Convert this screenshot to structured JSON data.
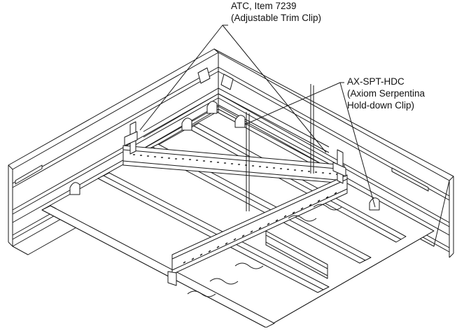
{
  "callouts": {
    "atc": {
      "line1": "ATC, Item 7239",
      "line2": "(Adjustable Trim Clip)"
    },
    "hdc": {
      "line1": "AX-SPT-HDC",
      "line2": "(Axiom Serpentina",
      "line3": "Hold-down Clip)"
    }
  },
  "colors": {
    "ink": "#1a1a1a",
    "background": "#ffffff"
  }
}
